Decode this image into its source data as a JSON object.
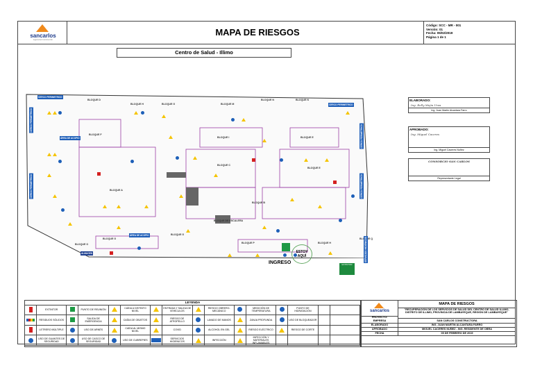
{
  "header": {
    "logo_text": "sancarlos",
    "logo_tagline": "ingeniería & construcción",
    "title": "MAPA DE RIESGOS",
    "code_lines": [
      "Código: SCC - MR - 001",
      "Versión: 01",
      "Fecha: 05/02/2019",
      "Página 1 de 1"
    ]
  },
  "subtitle": "Centro de Salud - Illimo",
  "map": {
    "blocks": [
      {
        "key": "d",
        "label": "BLOQUE D"
      },
      {
        "key": "h",
        "label": "BLOQUE H"
      },
      {
        "key": "g1",
        "label": "BLOQUE G"
      },
      {
        "key": "m",
        "label": "BLOQUE M"
      },
      {
        "key": "n",
        "label": "BLOQUE N"
      },
      {
        "key": "n2",
        "label": "BLOQUE N"
      },
      {
        "key": "f",
        "label": "BLOQUE F"
      },
      {
        "key": "i",
        "label": "BLOQUE I"
      },
      {
        "key": "e2",
        "label": "BLOQUE E"
      },
      {
        "key": "a",
        "label": "BLOQUE A"
      },
      {
        "key": "c",
        "label": "BLOQUE C"
      },
      {
        "key": "e",
        "label": "BLOQUE E"
      },
      {
        "key": "b",
        "label": "BLOQUE B"
      },
      {
        "key": "esc",
        "label": "BLOQUE DE ESCALERA"
      },
      {
        "key": "o",
        "label": "BLOQUE O"
      },
      {
        "key": "p",
        "label": "BLOQUE P"
      },
      {
        "key": "h2",
        "label": "BLOQUE H"
      },
      {
        "key": "g2",
        "label": "BLOQUE G"
      },
      {
        "key": "q",
        "label": "BLOQUE Q"
      },
      {
        "key": "g3",
        "label": "BLOQUE G"
      }
    ],
    "blue_labels": [
      {
        "key": "perim_tl",
        "text": "CERCO PERIMETRICO"
      },
      {
        "key": "perim_tr",
        "text": "CERCO PERIMETRICO"
      },
      {
        "key": "acopio_l",
        "text": "ÁREA DE ACOPIO"
      },
      {
        "key": "acopio_b",
        "text": "ÁREA DE ACOPIO"
      },
      {
        "key": "almacen",
        "text": "ALMACEN"
      }
    ],
    "vertical_labels": [
      {
        "key": "v_left_1",
        "text": "CERCO PERIMETRICO"
      },
      {
        "key": "v_left_2",
        "text": "CERCO PERIMETRICO"
      },
      {
        "key": "v_right_1",
        "text": "CERCO PERIMETRICO"
      },
      {
        "key": "v_right_2",
        "text": "CERCO PERIMETRICO"
      },
      {
        "key": "v_right_3",
        "text": "SERVICIOS HIGIENICOS"
      }
    ],
    "you_are_here": "ESTOY AQUÍ",
    "entrance": "INGRESO",
    "extintor_sign": "EXTINTOR"
  },
  "approvals": [
    {
      "label": "ELABORADO:",
      "signature": "Ing. Rolly Mejia Urea",
      "name": "Ing. Juan Martin Alcantara Farro"
    },
    {
      "label": "APROBADO:",
      "signature": "Ing. Miguel Caceres",
      "name": "Ing. Miguel Caceres Nuñez"
    },
    {
      "label": "",
      "signature": "CONSORCIO SAN CARLOS",
      "name": "Representante Legal"
    }
  ],
  "legend": {
    "title": "LEYENDA",
    "items": [
      {
        "icon": "red",
        "label": "EXTINTOR"
      },
      {
        "icon": "green",
        "label": "PUNTO DE REUNIÓN"
      },
      {
        "icon": "warn",
        "label": "CAÍDA A DISTINTO NIVEL"
      },
      {
        "icon": "warn",
        "label": "ENTRADA Y SALIDA DE VEHÍCULOS"
      },
      {
        "icon": "warn",
        "label": "RIESGO OBRERO-MECÁNICO"
      },
      {
        "icon": "blue",
        "label": "MEDICIÓN DE TEMPERATURA"
      },
      {
        "icon": "blue",
        "label": "PUNTO DE HIDRATACIÓN"
      },
      {
        "icon": "none",
        "label": ""
      },
      {
        "icon": "multi",
        "label": "RESIDUOS SÓLIDOS"
      },
      {
        "icon": "green",
        "label": "SALIDA DE EMERGENCIA"
      },
      {
        "icon": "warn",
        "label": "CAÍDA DE OBJETOS"
      },
      {
        "icon": "warn",
        "label": "RIESGO DE ATROPELLO"
      },
      {
        "icon": "blue",
        "label": "LAVADO DE MANOS"
      },
      {
        "icon": "warn",
        "label": "ZANJA PROFUNDA"
      },
      {
        "icon": "blue",
        "label": "USO DE BLOQUEADOR"
      },
      {
        "icon": "none",
        "label": ""
      },
      {
        "icon": "red",
        "label": "LETRERO MÚLTIPLE"
      },
      {
        "icon": "blue",
        "label": "USO DE ARNÉS"
      },
      {
        "icon": "warn",
        "label": "CAÍDA AL MISMO NIVEL"
      },
      {
        "icon": "warn",
        "label": "COVID"
      },
      {
        "icon": "blue",
        "label": "ALCOHOL EN GEL"
      },
      {
        "icon": "warn",
        "label": "RIESGO ELÉCTRICO"
      },
      {
        "icon": "warn",
        "label": "RIESGO DE CORTE"
      },
      {
        "icon": "none",
        "label": ""
      },
      {
        "icon": "blue",
        "label": "USO DE GUANTES DE SEGURIDAD"
      },
      {
        "icon": "blue",
        "label": "USO DE CASCO DE SEGURIDAD"
      },
      {
        "icon": "blue",
        "label": "USO DE CUBREPIES"
      },
      {
        "icon": "ssh",
        "label": "SERVICIOS HIGIENICOS"
      },
      {
        "icon": "warn",
        "label": "INFECCIÓN"
      },
      {
        "icon": "warn",
        "label": "INFECCIÓN Y MATERIALES INFLAMABLES"
      },
      {
        "icon": "none",
        "label": ""
      },
      {
        "icon": "none",
        "label": ""
      }
    ]
  },
  "title_block": {
    "logo_text": "sancarlos",
    "map_title": "MAPA DE RIESGOS",
    "project_label": "PROYECTO:",
    "project_value": "\"RECUPERACIÓN DE LOS SERVICIOS DE SALUD DEL CENTRO DE SALUD ILLIMO, DISTRITO DE ILLIMO, PROVINCIA DE LAMBAYEQUE, REGIÓN DE LAMBAYEQUE\"",
    "rows": [
      {
        "k": "EMPRESA",
        "v": "SAN CARLOS CONSTRUCTORA"
      },
      {
        "k": "ELABORADO",
        "v": "ING. JUAN MARTIN ALCANTARA FARRO"
      },
      {
        "k": "APROBADO",
        "v": "MIGUEL CACERES NUÑEZ - ING. RESIDENTE DE OBRA"
      },
      {
        "k": "FECHA",
        "v": "05 DE FEBRERO DE 2019"
      }
    ]
  }
}
